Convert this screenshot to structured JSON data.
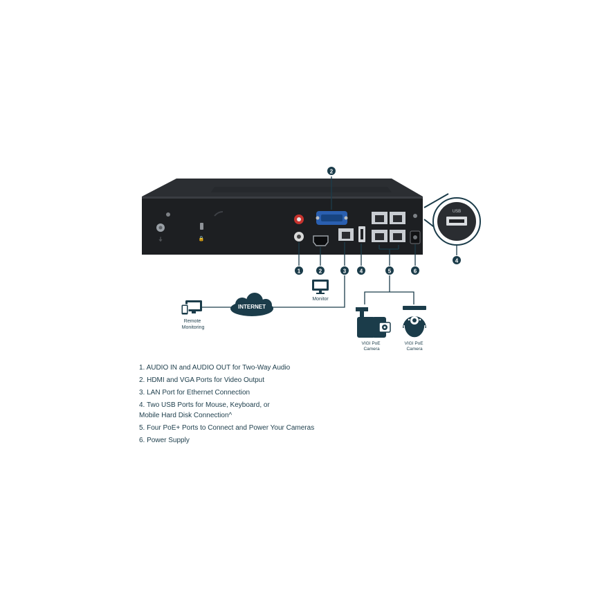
{
  "diagram": {
    "callouts": {
      "c1": "1",
      "c2": "2",
      "c3": "3",
      "c4": "4",
      "c5": "5",
      "c6": "6",
      "c4_zoom": "4"
    },
    "port_labels": {
      "usb_zoom": "USB"
    },
    "nodes": {
      "monitor": "Monitor",
      "internet": "INTERNET",
      "remote": "Remote\nMonitoring",
      "camera_bullet": "VIGI PoE\nCamera",
      "camera_dome": "VIGI PoE\nCamera"
    },
    "colors": {
      "accent": "#1b3c4a",
      "device_body": "#1d1f22",
      "rj45": "#c9cdd2",
      "vga": "#2a5fb0",
      "cloud": "#1b3c4a"
    }
  },
  "features": [
    "1. AUDIO IN and AUDIO OUT for Two-Way Audio",
    "2. HDMI and VGA Ports for Video Output",
    "3. LAN Port for Ethernet Connection",
    "4. Two USB Ports for Mouse, Keyboard, or\n    Mobile Hard Disk Connection^",
    "5. Four PoE+ Ports to Connect and Power Your Cameras",
    "6. Power Supply"
  ]
}
